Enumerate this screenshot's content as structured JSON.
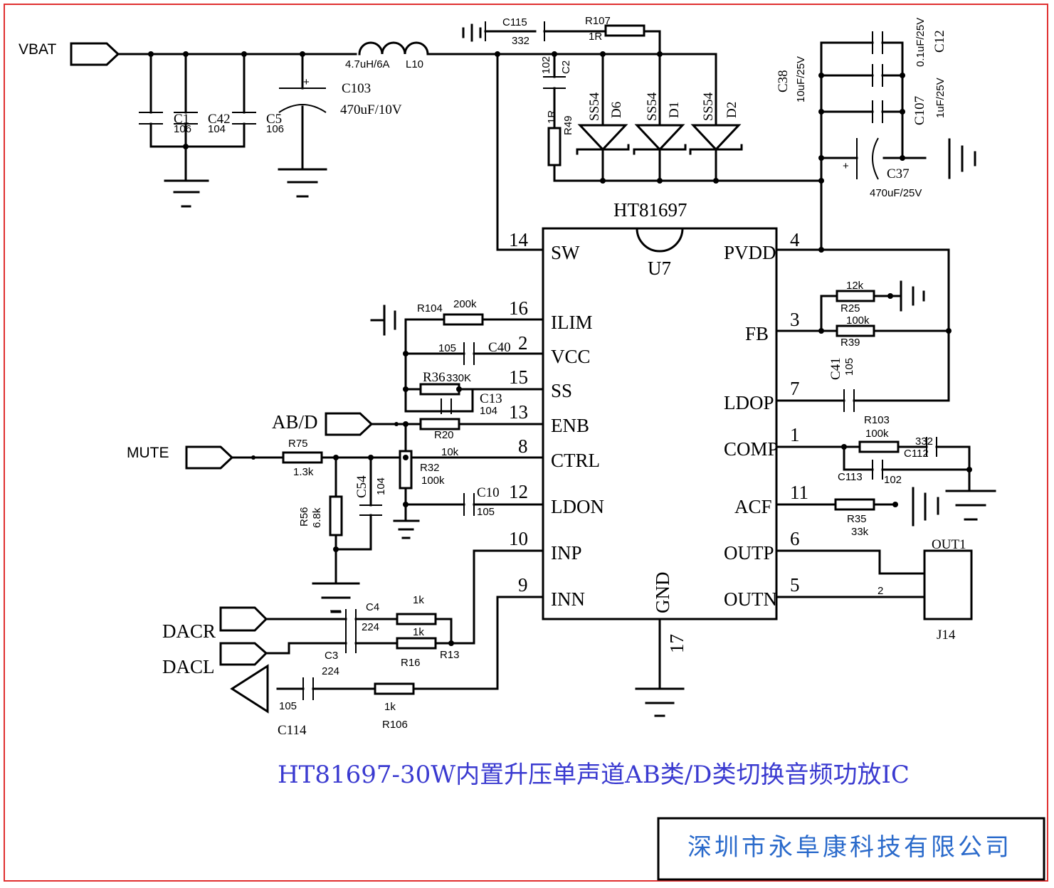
{
  "nets": {
    "vbat": "VBAT",
    "mute": "MUTE",
    "abd": "AB/D",
    "dacr": "DACR",
    "dacl": "DACL"
  },
  "ic": {
    "part": "HT81697",
    "ref": "U7",
    "left_pins": [
      {
        "num": "14",
        "name": "SW"
      },
      {
        "num": "16",
        "name": "ILIM"
      },
      {
        "num": "2",
        "name": "VCC"
      },
      {
        "num": "15",
        "name": "SS"
      },
      {
        "num": "13",
        "name": "ENB"
      },
      {
        "num": "8",
        "name": "CTRL"
      },
      {
        "num": "12",
        "name": "LDON"
      },
      {
        "num": "10",
        "name": "INP"
      },
      {
        "num": "9",
        "name": "INN"
      }
    ],
    "right_pins": [
      {
        "num": "4",
        "name": "PVDD"
      },
      {
        "num": "3",
        "name": "FB"
      },
      {
        "num": "7",
        "name": "LDOP"
      },
      {
        "num": "1",
        "name": "COMP"
      },
      {
        "num": "11",
        "name": "ACF"
      },
      {
        "num": "6",
        "name": "OUTP"
      },
      {
        "num": "5",
        "name": "OUTN"
      }
    ],
    "bottom_pin": {
      "num": "17",
      "name": "GND"
    }
  },
  "components": {
    "l10": {
      "ref": "L10",
      "value": "4.7uH/6A"
    },
    "c115": {
      "ref": "C115",
      "value": "332"
    },
    "r107": {
      "ref": "R107",
      "value": "1R"
    },
    "c2": {
      "ref": "C2",
      "value": "102"
    },
    "r49": {
      "ref": "R49",
      "value": "1R"
    },
    "d6": {
      "ref": "D6",
      "value": "SS54"
    },
    "d1": {
      "ref": "D1",
      "value": "SS54"
    },
    "d2": {
      "ref": "D2",
      "value": "SS54"
    },
    "c1": {
      "ref": "C1",
      "value": "106"
    },
    "c42": {
      "ref": "C42",
      "value": "104"
    },
    "c5": {
      "ref": "C5",
      "value": "106"
    },
    "c103": {
      "ref": "C103",
      "value": "470uF/10V"
    },
    "c38": {
      "ref": "C38",
      "value": "10uF/25V"
    },
    "c12": {
      "ref": "C12",
      "value": "0.1uF/25V"
    },
    "c107": {
      "ref": "C107",
      "value": "1uF/25V"
    },
    "c37": {
      "ref": "C37",
      "value": "470uF/25V"
    },
    "r25": {
      "ref": "R25",
      "value": "12k"
    },
    "r39": {
      "ref": "R39",
      "value": "100k"
    },
    "c41": {
      "ref": "C41",
      "value": "105"
    },
    "r103": {
      "ref": "R103",
      "value": "100k"
    },
    "c112": {
      "ref": "C112",
      "value": "332"
    },
    "c113": {
      "ref": "C113",
      "value": "102"
    },
    "r35": {
      "ref": "R35",
      "value": "33k"
    },
    "j14": {
      "ref": "J14",
      "name": "OUT1",
      "pin2": "2"
    },
    "r104": {
      "ref": "R104",
      "value": "200k"
    },
    "c40": {
      "ref": "C40",
      "value": "105"
    },
    "r36": {
      "ref": "R36",
      "value": "330K"
    },
    "c13": {
      "ref": "C13",
      "value": "104"
    },
    "r20": {
      "ref": "R20",
      "value": "10k"
    },
    "r75": {
      "ref": "R75",
      "value": "1.3k"
    },
    "r32": {
      "ref": "R32",
      "value": "100k"
    },
    "c54": {
      "ref": "C54",
      "value": "104"
    },
    "r56": {
      "ref": "R56",
      "value": "6.8k"
    },
    "c10": {
      "ref": "C10",
      "value": "105"
    },
    "c4": {
      "ref": "C4",
      "value": "224"
    },
    "c3": {
      "ref": "C3",
      "value": "224"
    },
    "r13": {
      "ref": "R13",
      "value": "1k"
    },
    "r16": {
      "ref": "R16",
      "value": "1k"
    },
    "c114": {
      "ref": "C114",
      "value": "105"
    },
    "r106": {
      "ref": "R106",
      "value": "1k"
    }
  },
  "caption": "HT81697-30W内置升压单声道AB类/D类切换音频功放IC",
  "company": "深圳市永阜康科技有限公司",
  "colors": {
    "border": "#e03030",
    "caption": "#3a3ad0",
    "company": "#2a6acb"
  }
}
